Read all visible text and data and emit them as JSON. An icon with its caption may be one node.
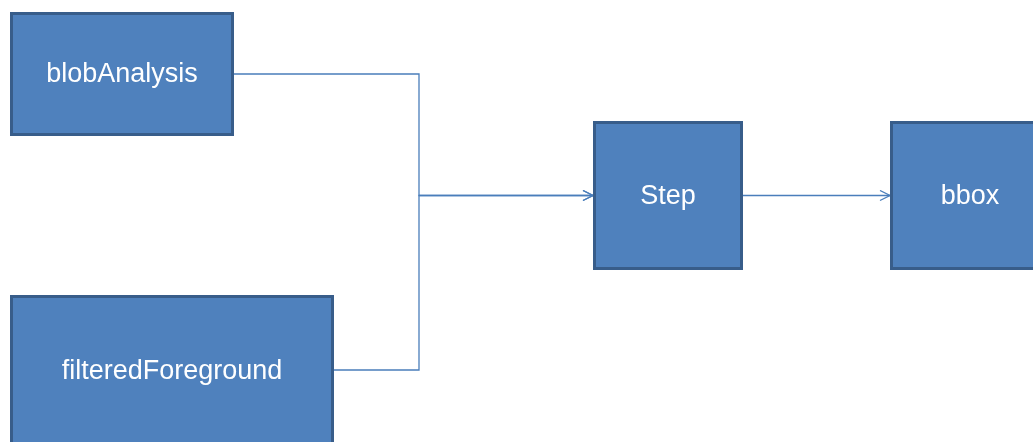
{
  "diagram": {
    "nodes": [
      {
        "text": [
          "blobAnalysis"
        ]
      },
      {
        "text": [
          "filteredForeground"
        ]
      },
      {
        "text": [
          "Step"
        ]
      },
      {
        "text": [
          "bbox"
        ]
      }
    ],
    "edges": [
      {
        "from": 0,
        "to": 2,
        "arrow": "to"
      },
      {
        "from": 1,
        "to": 2,
        "arrow": "to"
      },
      {
        "from": 2,
        "to": 3,
        "arrow": "to"
      }
    ]
  }
}
